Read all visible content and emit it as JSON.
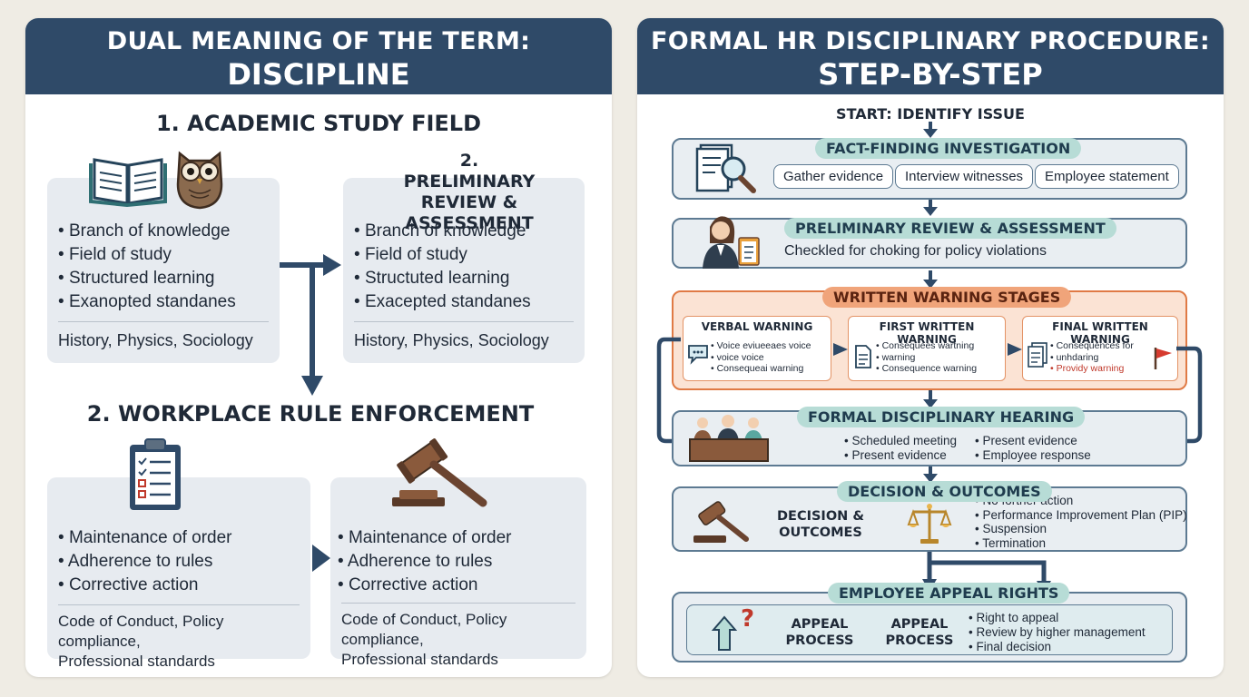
{
  "left": {
    "title_line1": "DUAL MEANING OF THE TERM:",
    "title_line2": "DISCIPLINE",
    "section1_title": "1. ACADEMIC STUDY FIELD",
    "card1": {
      "items": [
        "Branch of knowledge",
        "Field of study",
        "Structured learning",
        "Exanopted standanes"
      ],
      "examples": "History, Physics, Sociology"
    },
    "card2": {
      "title_lines": [
        "2. PRELIMINARY",
        "REVIEW &",
        "ASSESSMENT"
      ],
      "items": [
        "Branch of knowledge",
        "Field of study",
        "Structuted learning",
        "Exacepted standanes"
      ],
      "examples": "History, Physics, Sociology"
    },
    "section2_title": "2. WORKPLACE RULE ENFORCEMENT",
    "card3": {
      "items": [
        "Maintenance of order",
        "Adherence to rules",
        "Corrective action"
      ],
      "examples_lines": [
        "Code of Conduct, Policy compliance,",
        "Professional standards"
      ]
    },
    "card4": {
      "items": [
        "Maintenance of order",
        "Adherence to rules",
        "Corrective action"
      ],
      "examples_lines": [
        "Code of Conduct, Policy compliance,",
        "Professional standards"
      ]
    }
  },
  "right": {
    "title_line1": "FORMAL HR DISCIPLINARY PROCEDURE:",
    "title_line2": "STEP-BY-STEP",
    "start_label": "START: IDENTIFY ISSUE",
    "fact": {
      "title": "FACT-FINDING INVESTIGATION",
      "chips": [
        "Gather evidence",
        "Interview witnesses",
        "Employee statement"
      ]
    },
    "review": {
      "title": "PRELIMINARY REVIEW & ASSESSMENT",
      "text": "Checkled for choking for policy violations"
    },
    "warnings": {
      "title": "WRITTEN WARNING STAGES",
      "verbal": {
        "title": "VERBAL WARNING",
        "items": [
          "Voice eviueeaes voice",
          "voice voice",
          "Consequeai warning"
        ]
      },
      "first": {
        "title": "FIRST WRITTEN WARNING",
        "items": [
          "Consequees wartning",
          "warning",
          "Consequence warning"
        ]
      },
      "final": {
        "title": "FINAL WRITTEN WARNING",
        "items": [
          "Consequences for",
          "unhdaring",
          "Providy warning"
        ]
      }
    },
    "hearing": {
      "title": "FORMAL DISCIPLINARY HEARING",
      "col1": [
        "Scheduled meeting",
        "Present evidence"
      ],
      "col2": [
        "Present evidence",
        "Employee response"
      ]
    },
    "decision": {
      "title": "DECISION & OUTCOMES",
      "label_lines": [
        "DECISION &",
        "OUTCOMES"
      ],
      "items": [
        "No forther action",
        "Performance Improvement Plan (PIP)",
        "Suspension",
        "Termination"
      ]
    },
    "appeal": {
      "title": "EMPLOYEE APPEAL RIGHTS",
      "label1_lines": [
        "APPEAL",
        "PROCESS"
      ],
      "label2_lines": [
        "APPEAL",
        "PROCESS"
      ],
      "items": [
        "Right to appeal",
        "Review by higher management",
        "Final decision"
      ]
    }
  },
  "colors": {
    "navy": "#2f4a68",
    "arrow": "#2f4a68",
    "card": "#e7ebf0",
    "pill": "#b7dcd6",
    "warning": "#e07a45",
    "warning_bg": "#fbe3d4",
    "step_border": "#5d7a92"
  },
  "icons": [
    "book-icon",
    "owl-icon",
    "clipboard-checklist-icon",
    "gavel-icon",
    "document-magnifier-icon",
    "reviewer-person-icon",
    "speech-bubble-icon",
    "document-icon",
    "stacked-documents-icon",
    "red-flag-icon",
    "hearing-panel-icon",
    "scales-icon",
    "appeal-arrow-question-icon"
  ]
}
